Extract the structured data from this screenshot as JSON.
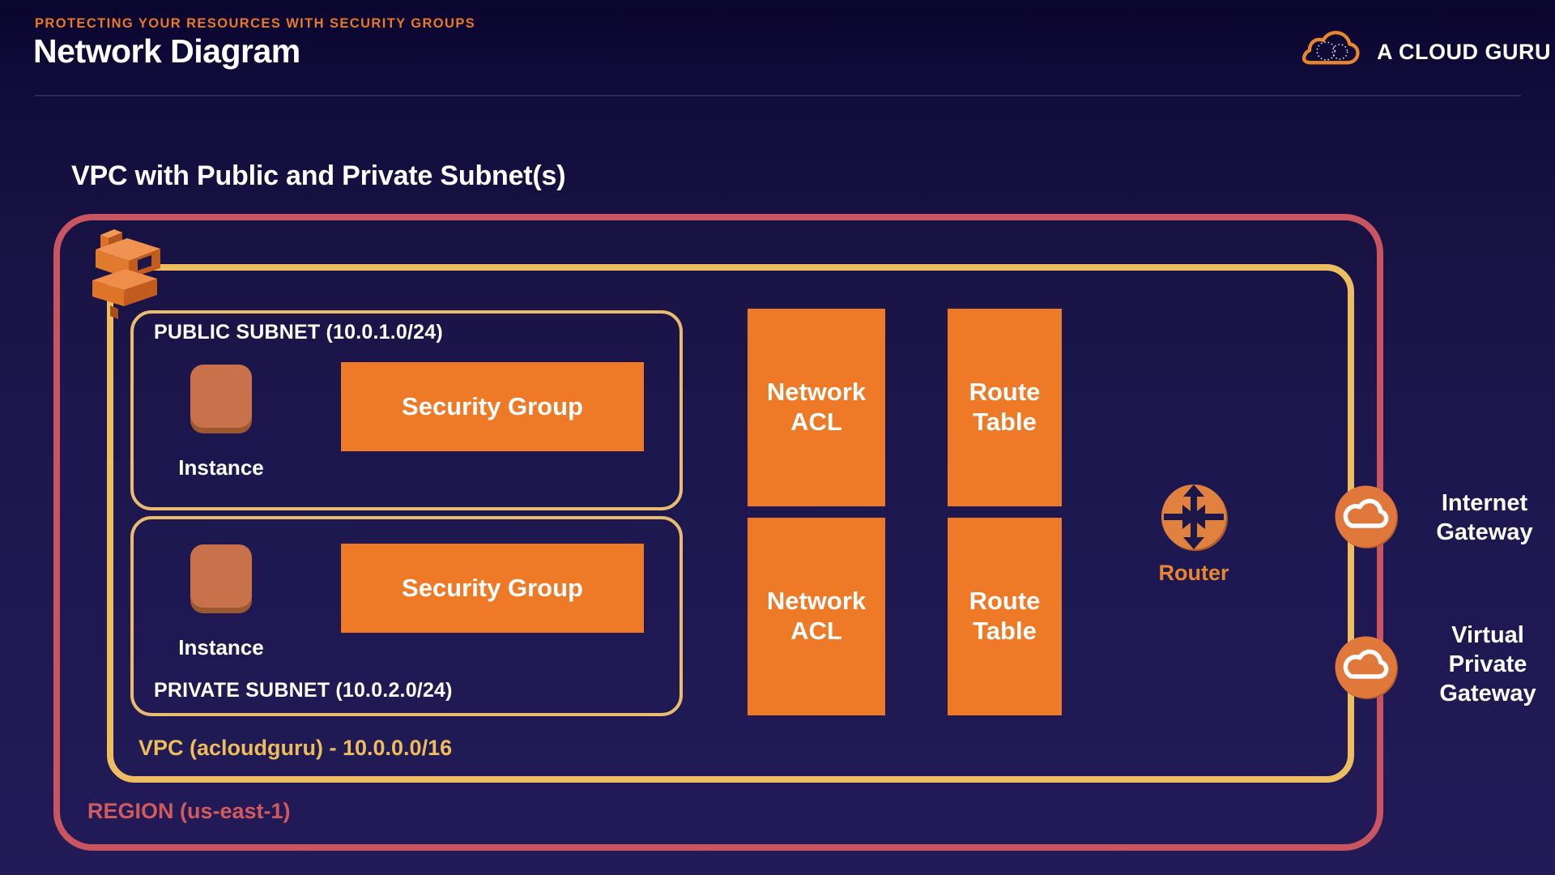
{
  "header": {
    "kicker": "PROTECTING YOUR RESOURCES WITH SECURITY GROUPS",
    "title": "Network Diagram",
    "brand": "A CLOUD GURU"
  },
  "diagram": {
    "title": "VPC with Public and Private Subnet(s)",
    "region_label": "REGION (us-east-1)",
    "vpc_label": "VPC (acloudguru) - 10.0.0.0/16",
    "public_subnet_label": "PUBLIC SUBNET (10.0.1.0/24)",
    "private_subnet_label": "PRIVATE SUBNET (10.0.2.0/24)",
    "instance_label": "Instance",
    "security_group_label": "Security Group",
    "network_acl_label": "Network ACL",
    "route_table_label": "Route Table",
    "router_label": "Router",
    "internet_gateway_label": "Internet Gateway",
    "virtual_private_gateway_label": "Virtual Private Gateway"
  },
  "colors": {
    "background_navy": "#1d1750",
    "accent_orange": "#ee7a28",
    "instance_orange": "#c8714a",
    "vpc_border_gold": "#edbd62",
    "region_border_red": "#c85560",
    "kicker_orange": "#e8782a",
    "router_label_orange": "#e8872f"
  },
  "icons": {
    "brand_cloud": "cloud-logo-icon",
    "vpc": "vpc-3d-cube-icon",
    "router": "router-arrows-icon",
    "internet_gateway": "cloud-circle-icon",
    "virtual_private_gateway": "cloud-circle-icon"
  }
}
